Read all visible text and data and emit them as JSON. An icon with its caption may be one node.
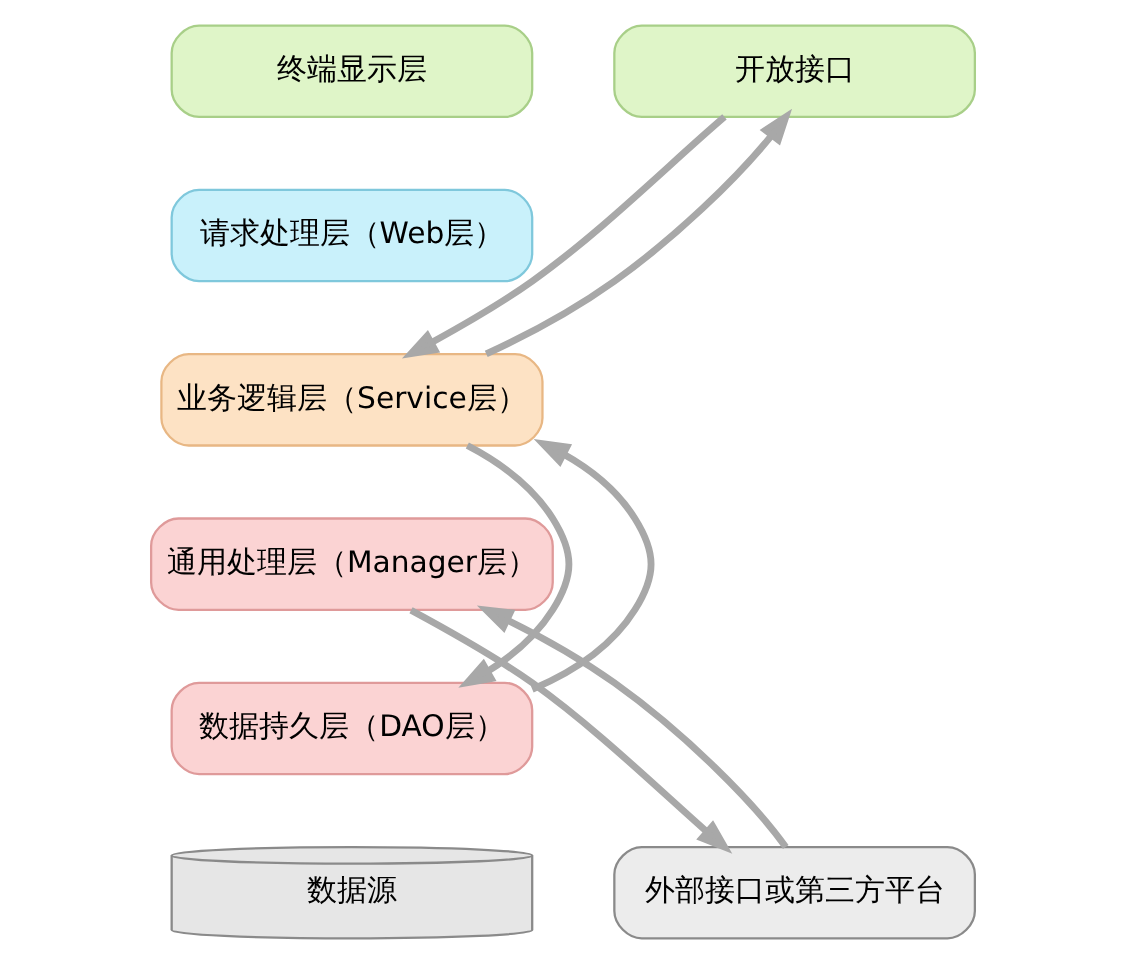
{
  "diagram": {
    "nodes": [
      {
        "text": [
          "终端显示层"
        ]
      },
      {
        "text": [
          "开放接口"
        ]
      },
      {
        "text": [
          "请求处理层（Web层）"
        ]
      },
      {
        "text": [
          "业务逻辑层（Service层）"
        ]
      },
      {
        "text": [
          "通用处理层（Manager层）"
        ]
      },
      {
        "text": [
          "数据持久层（DAO层）"
        ]
      },
      {
        "text": [
          "数据源"
        ]
      },
      {
        "text": [
          "外部接口或第三方平台"
        ]
      }
    ],
    "edges": [
      {
        "from": 1,
        "to": 3,
        "arrow": "to"
      },
      {
        "from": 3,
        "to": 1,
        "arrow": "to"
      },
      {
        "from": 3,
        "to": 5,
        "arrow": "to"
      },
      {
        "from": 5,
        "to": 3,
        "arrow": "to"
      },
      {
        "from": 4,
        "to": 7,
        "arrow": "to"
      },
      {
        "from": 7,
        "to": 4,
        "arrow": "to"
      }
    ]
  }
}
